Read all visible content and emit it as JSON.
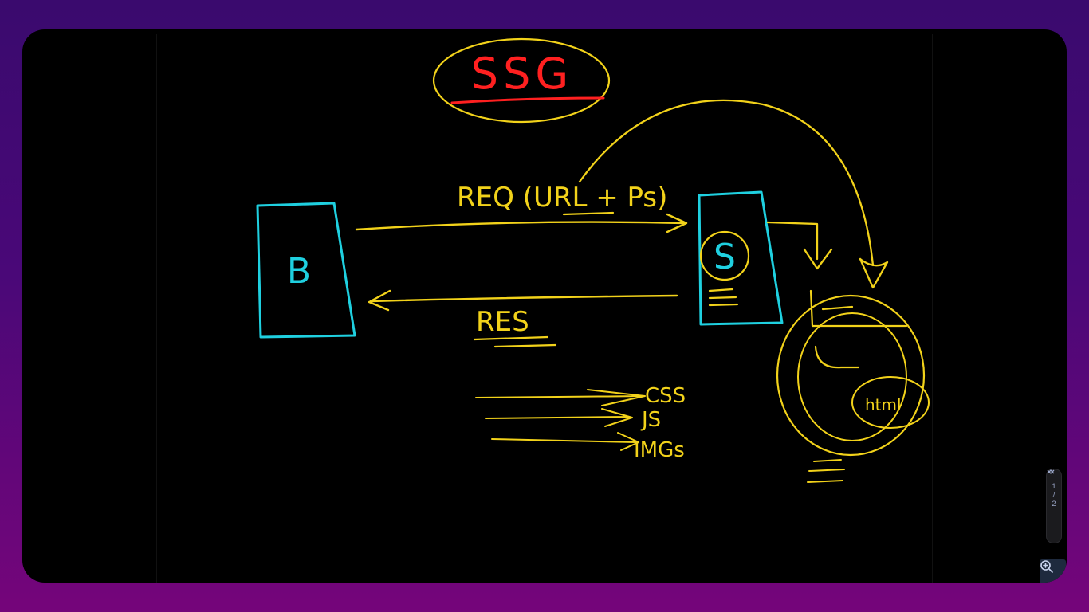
{
  "whiteboard": {
    "title": "SSG",
    "browser_label": "B",
    "server_label": "S",
    "request_label": "REQ (URL + Ps)",
    "response_label": "RES",
    "assets": [
      "CSS",
      "JS",
      "IMGs"
    ],
    "file_label": "html",
    "ink_colors": {
      "title": "#ff2020",
      "boxes": "#1fd0e0",
      "arrows": "#f2d21a"
    }
  },
  "pager": {
    "current": "1",
    "separator": "/",
    "total": "2"
  },
  "icons": {
    "page_up": "chevron-up-icon",
    "page_down": "chevron-down-icon",
    "zoom": "zoom-in-icon"
  }
}
